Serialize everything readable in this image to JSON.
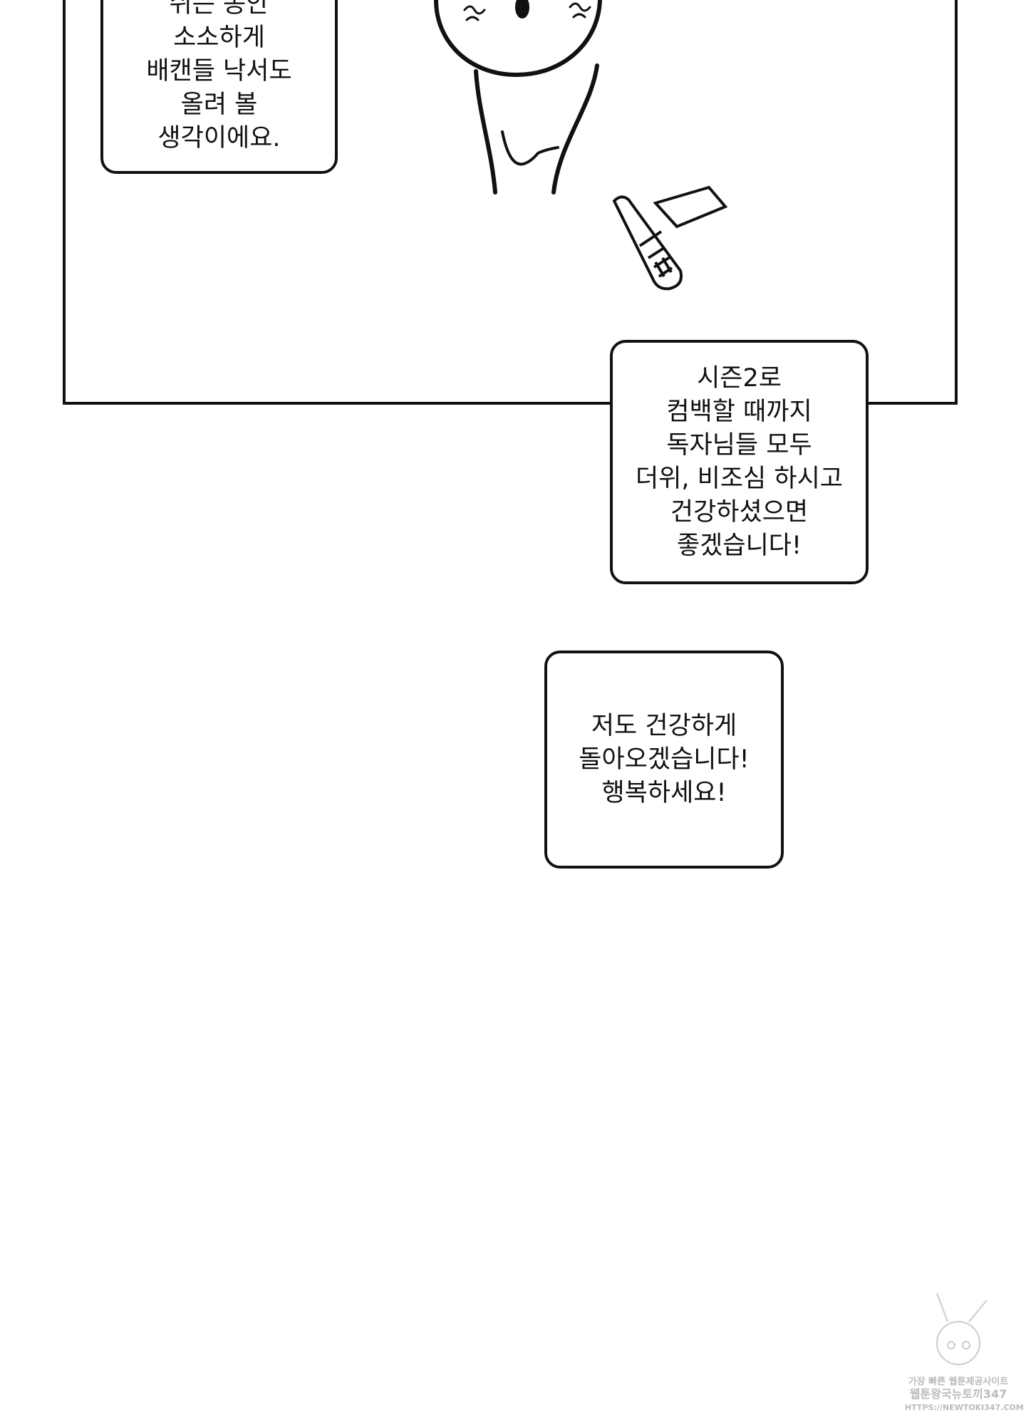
{
  "bubbles": [
    {
      "lines": [
        "쉬는 동안",
        "소소하게",
        "배캔들 낙서도",
        "올려 볼",
        "생각이에요."
      ]
    },
    {
      "lines": [
        "시즌2로",
        "컴백할 때까지",
        "독자님들 모두",
        "더위, 비조심 하시고",
        "건강하셨으면",
        "좋겠습니다!"
      ]
    },
    {
      "lines": [
        "저도 건강하게",
        "돌아오겠습니다!",
        "행복하세요!"
      ]
    }
  ],
  "watermark": {
    "lines": [
      "가장 빠른 웹툰제공사이트",
      "웹툰왕국뉴토끼347",
      "HTTPS://NEWTOKI347.COM"
    ]
  }
}
